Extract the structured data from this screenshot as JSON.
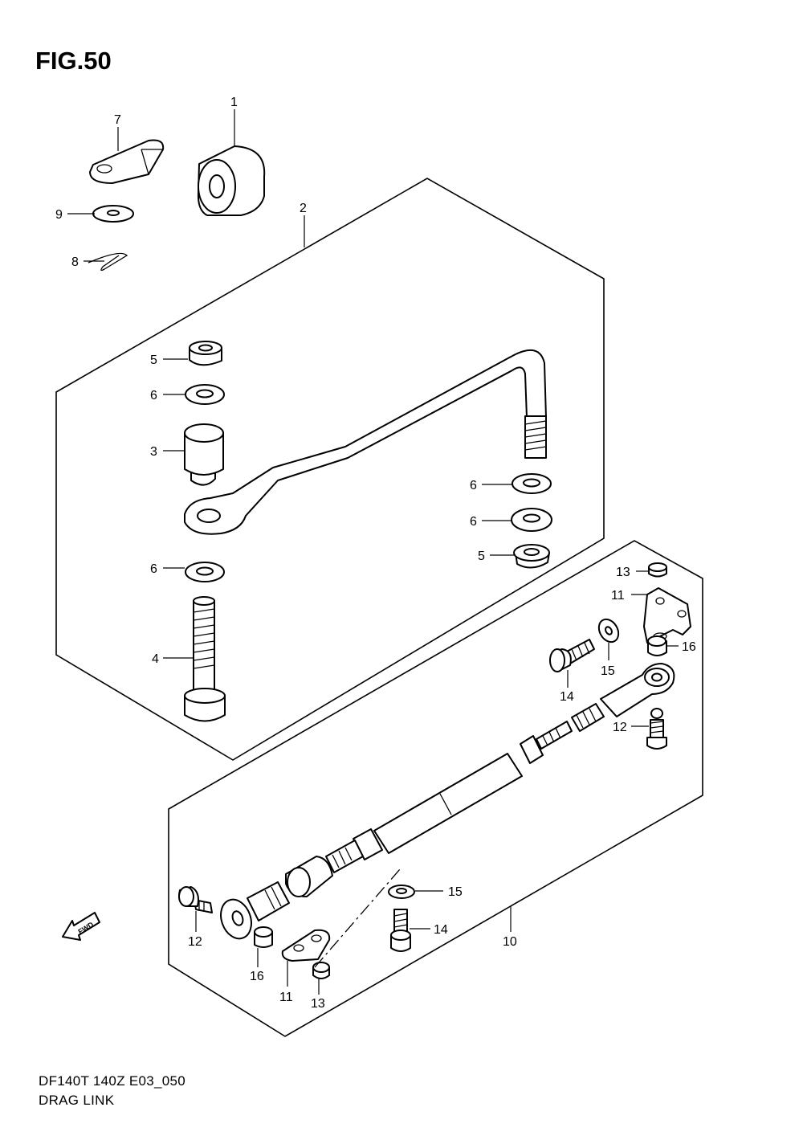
{
  "figure": {
    "title": "FIG.50"
  },
  "footer": {
    "code": "DF140T 140Z E03_050",
    "name": "DRAG LINK"
  },
  "fwd_label": "FWD",
  "callouts": [
    {
      "id": "c1",
      "text": "1"
    },
    {
      "id": "c2",
      "text": "2"
    },
    {
      "id": "c7",
      "text": "7"
    },
    {
      "id": "c9",
      "text": "9"
    },
    {
      "id": "c8",
      "text": "8"
    },
    {
      "id": "c5a",
      "text": "5"
    },
    {
      "id": "c6a",
      "text": "6"
    },
    {
      "id": "c3",
      "text": "3"
    },
    {
      "id": "c6b",
      "text": "6"
    },
    {
      "id": "c6c",
      "text": "6"
    },
    {
      "id": "c6d",
      "text": "6"
    },
    {
      "id": "c5b",
      "text": "5"
    },
    {
      "id": "c4",
      "text": "4"
    },
    {
      "id": "c13a",
      "text": "13"
    },
    {
      "id": "c11a",
      "text": "11"
    },
    {
      "id": "c16a",
      "text": "16"
    },
    {
      "id": "c15a",
      "text": "15"
    },
    {
      "id": "c14a",
      "text": "14"
    },
    {
      "id": "c12a",
      "text": "12"
    },
    {
      "id": "c15b",
      "text": "15"
    },
    {
      "id": "c14b",
      "text": "14"
    },
    {
      "id": "c10",
      "text": "10"
    },
    {
      "id": "c12b",
      "text": "12"
    },
    {
      "id": "c16b",
      "text": "16"
    },
    {
      "id": "c11b",
      "text": "11"
    },
    {
      "id": "c13b",
      "text": "13"
    }
  ]
}
